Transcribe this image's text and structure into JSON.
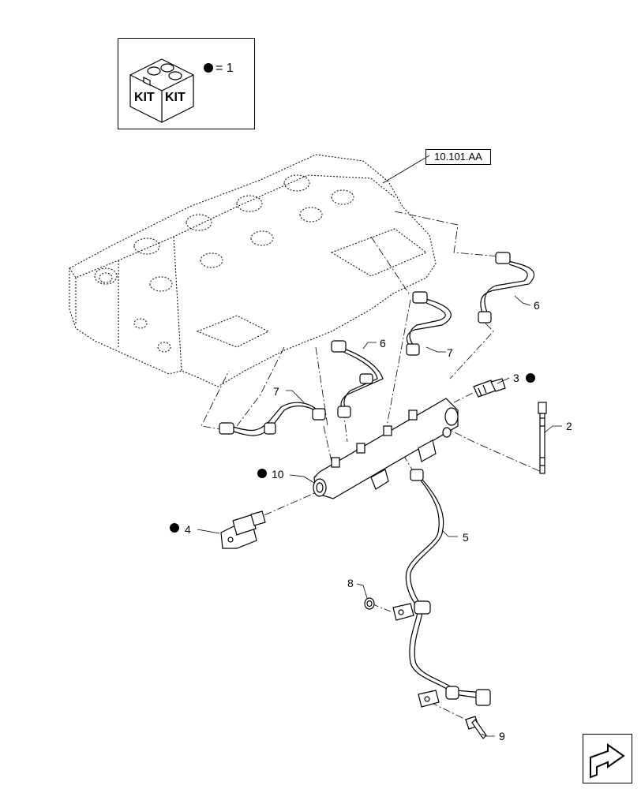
{
  "kit": {
    "icon_text_left": "KIT",
    "icon_text_right": "KIT",
    "legend_equals": "=",
    "legend_value": "1"
  },
  "reference": {
    "label": "10.101.AA"
  },
  "callouts": [
    {
      "id": "c1",
      "text": "6",
      "kit_marker": false
    },
    {
      "id": "c2",
      "text": "6",
      "kit_marker": false
    },
    {
      "id": "c3",
      "text": "7",
      "kit_marker": false
    },
    {
      "id": "c4",
      "text": "7",
      "kit_marker": false
    },
    {
      "id": "c5",
      "text": "3",
      "kit_marker": true
    },
    {
      "id": "c6",
      "text": "2",
      "kit_marker": false
    },
    {
      "id": "c7",
      "text": "10",
      "kit_marker": true
    },
    {
      "id": "c8",
      "text": "4",
      "kit_marker": true
    },
    {
      "id": "c9",
      "text": "5",
      "kit_marker": false
    },
    {
      "id": "c10",
      "text": "8",
      "kit_marker": false
    },
    {
      "id": "c11",
      "text": "9",
      "kit_marker": false
    }
  ],
  "navigation_icon": "next-page-arrow-icon"
}
